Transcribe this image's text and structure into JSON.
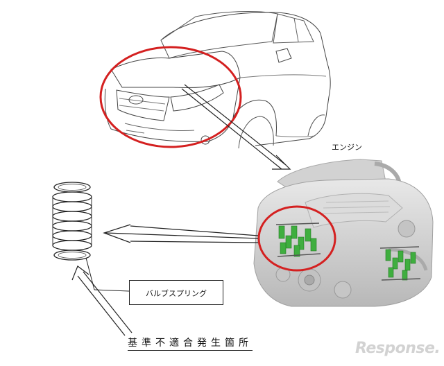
{
  "labels": {
    "engine": "エンジン",
    "valve_spring": "バルブスプリング",
    "non_conformity": "基準不適合発生箇所"
  },
  "watermark": {
    "text": "Response."
  },
  "colors": {
    "highlight": "#d42020",
    "line": "#333333",
    "engine_grey": "#c9c9c9",
    "valve_green": "#3fae3f"
  },
  "icons": [
    "car-icon",
    "engine-icon",
    "spring-icon",
    "arrow-icon"
  ]
}
